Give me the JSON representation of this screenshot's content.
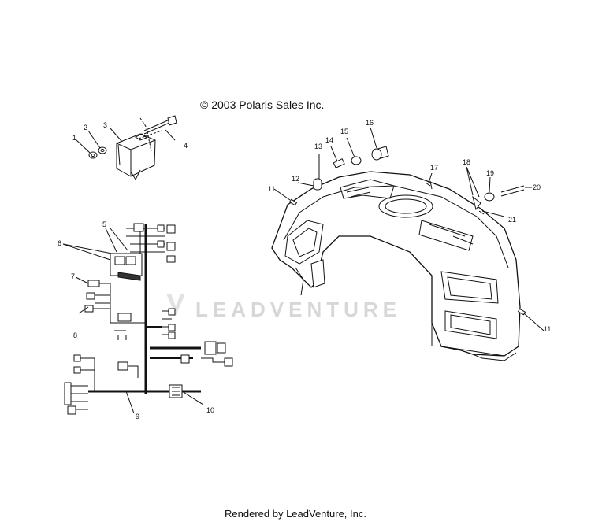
{
  "header": {
    "copyright": "© 2003 Polaris Sales Inc."
  },
  "watermark": {
    "text": "LEADVENTURE"
  },
  "footer": {
    "rendered_by": "Rendered by LeadVenture, Inc."
  },
  "callouts": [
    "1",
    "2",
    "3",
    "4",
    "5",
    "6",
    "7",
    "8",
    "9",
    "10",
    "11",
    "12",
    "13",
    "14",
    "15",
    "16",
    "17",
    "18",
    "19",
    "20",
    "21",
    "11"
  ]
}
